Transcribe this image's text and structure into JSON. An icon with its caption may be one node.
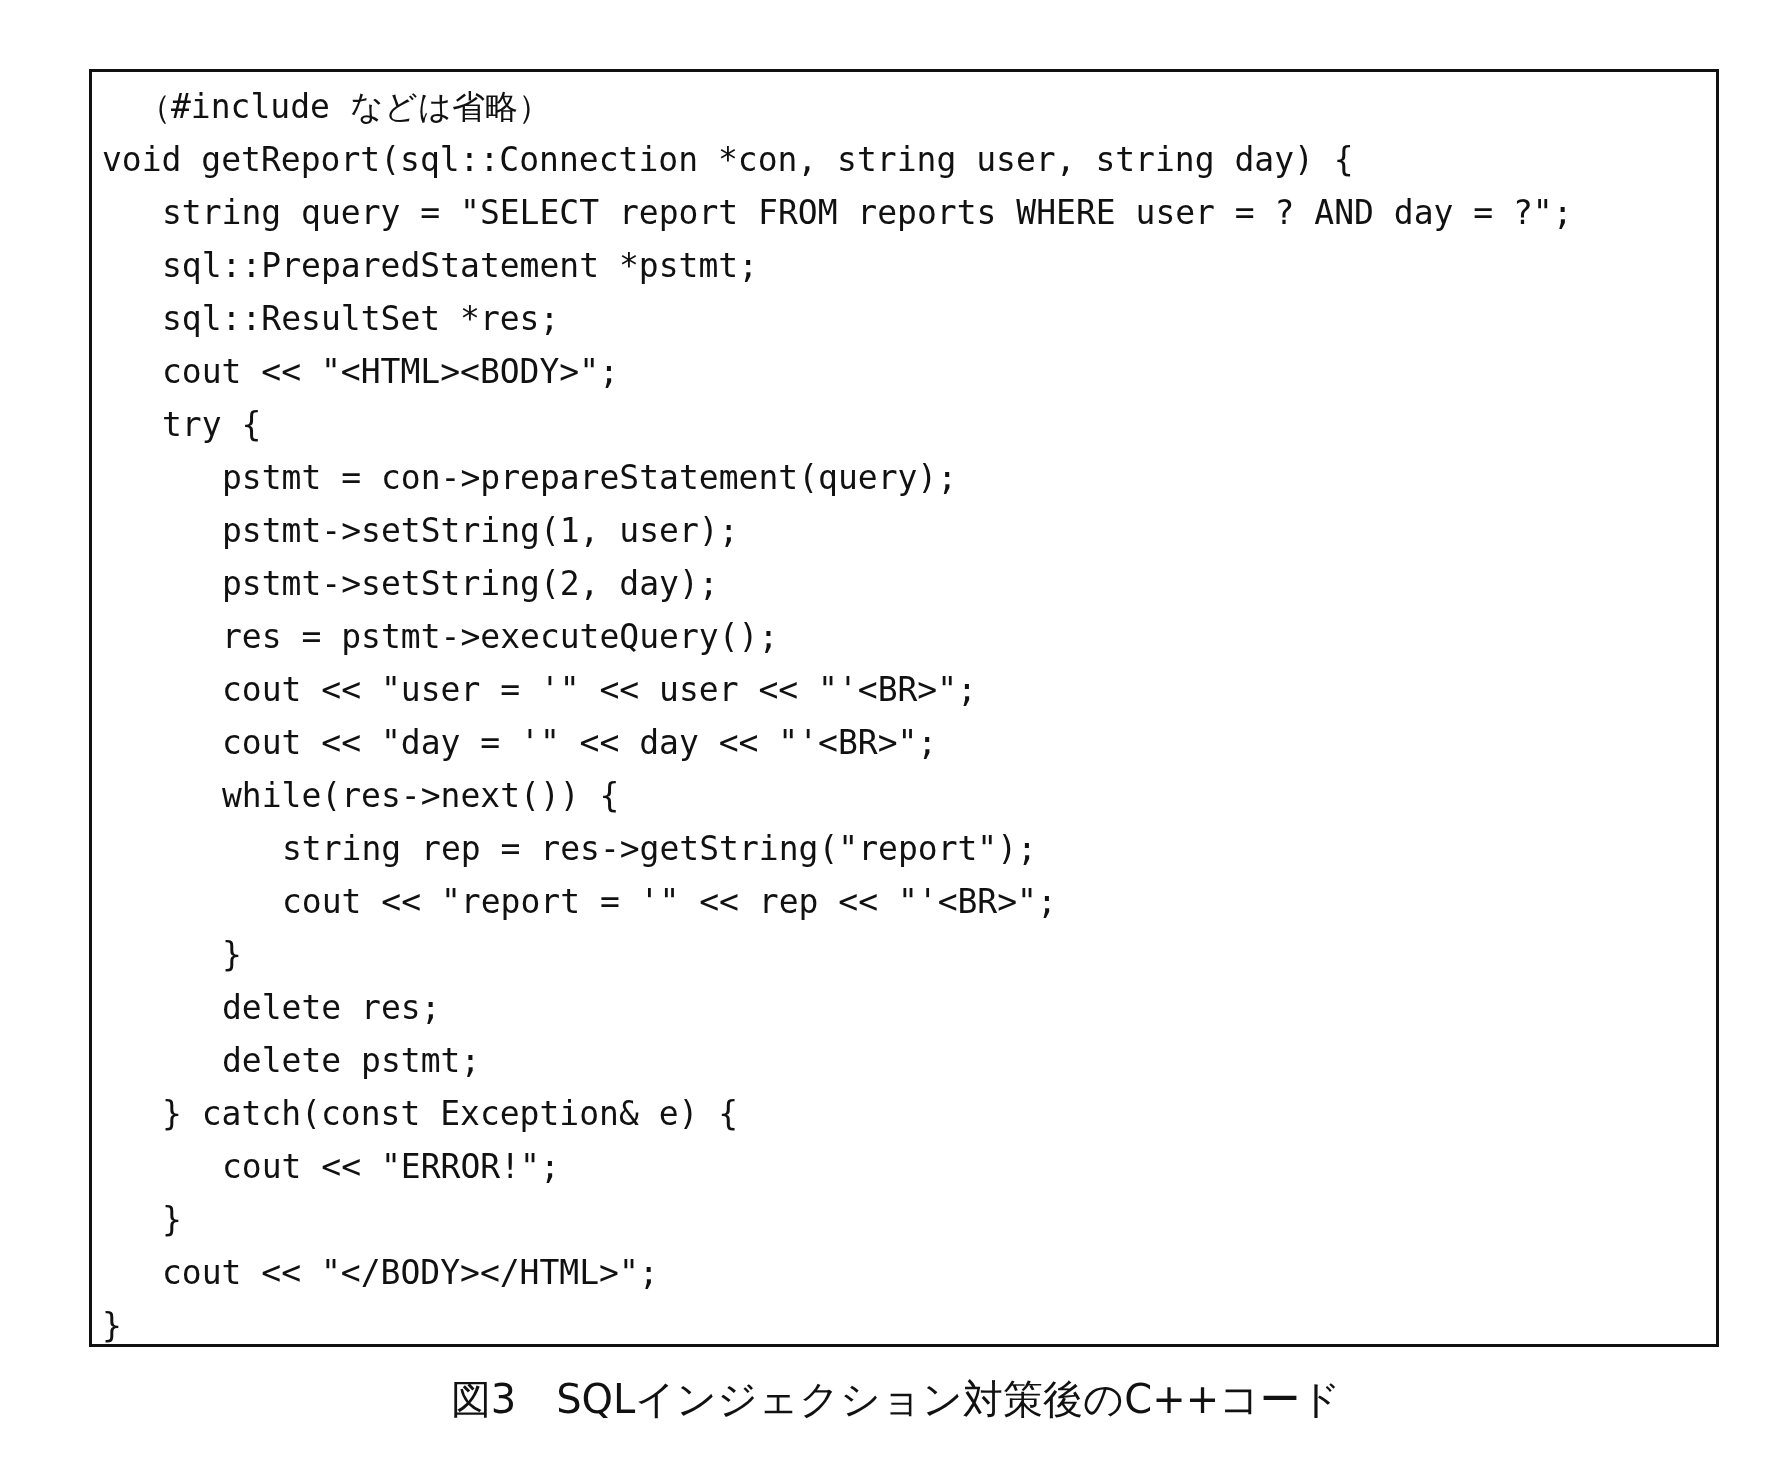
{
  "diagram": {
    "caption": "図3　SQLインジェクション対策後のC++コード",
    "nodes": [
      {
        "text": [
          "（#include などは省略）",
          "void getReport(sql::Connection *con, string user, string day) {",
          "string query = \"SELECT report FROM reports WHERE user = ? AND day = ?\";",
          "sql::PreparedStatement *pstmt;",
          "sql::ResultSet *res;",
          "cout << \"<HTML><BODY>\";",
          "try {",
          "pstmt = con->prepareStatement(query);",
          "pstmt->setString(1, user);",
          "pstmt->setString(2, day);",
          "res = pstmt->executeQuery();",
          "cout << \"user = '\" << user << \"'<BR>\";",
          "cout << \"day = '\" << day << \"'<BR>\";",
          "while(res->next()) {",
          "string rep = res->getString(\"report\");",
          "cout << \"report = '\" << rep << \"'<BR>\";",
          "}",
          "delete res;",
          "delete pstmt;",
          "} catch(const Exception& e) {",
          "cout << \"ERROR!\";",
          "}",
          "cout << \"</BODY></HTML>\";",
          "}"
        ]
      }
    ]
  }
}
